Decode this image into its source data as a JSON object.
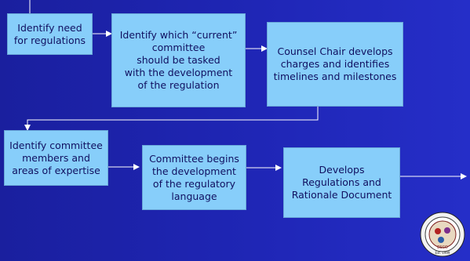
{
  "slide": {
    "steps": [
      {
        "id": "step-1",
        "label": "Identify need\nfor regulations"
      },
      {
        "id": "step-2",
        "label": "Identify which “current”\ncommittee\nshould be tasked\nwith the development\nof the regulation"
      },
      {
        "id": "step-3",
        "label": "Counsel Chair develops\ncharges and identifies\ntimelines and milestones"
      },
      {
        "id": "step-4",
        "label": "Identify committee\nmembers and\nareas of expertise"
      },
      {
        "id": "step-5",
        "label": "Committee begins\nthe development\nof the regulatory\nlanguage"
      },
      {
        "id": "step-6",
        "label": "Develops\nRegulations and\nRationale Document"
      }
    ]
  },
  "colors": {
    "background": "#1f26b6",
    "box_fill": "#87cefa",
    "text": "#101060",
    "connector": "#ffffff"
  },
  "logo": {
    "name": "seal-logo",
    "inner_text": "ESCO",
    "bottom_text": "Est. 1999"
  }
}
